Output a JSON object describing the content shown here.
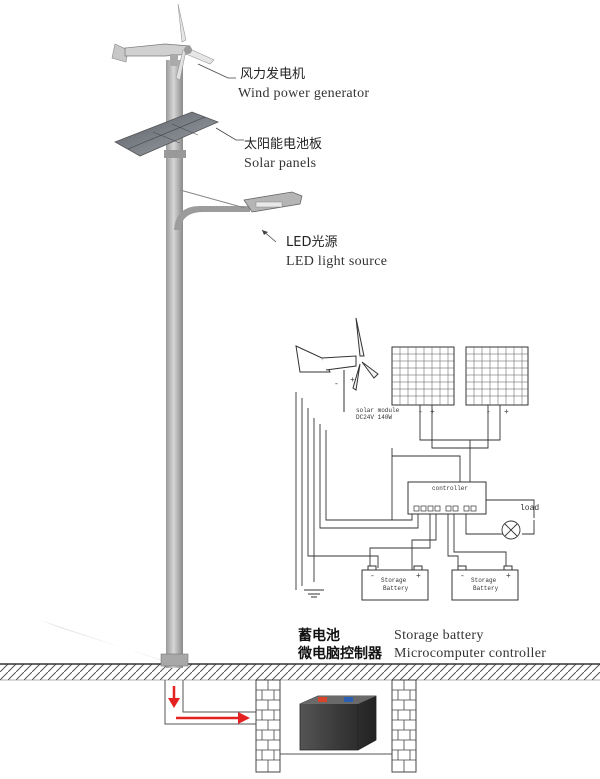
{
  "labels": {
    "wind_cn": "风力发电机",
    "wind_en": "Wind power generator",
    "solar_cn": "太阳能电池板",
    "solar_en": "Solar panels",
    "led_cn": "LED光源",
    "led_en": "LED light source",
    "battery_cn": "蓄电池",
    "battery_en": "Storage battery",
    "controller_cn": "微电脑控制器",
    "controller_en": "Microcomputer controller"
  },
  "schematic": {
    "solar_module_line1": "solar module",
    "solar_module_line2": "DC24V 140W",
    "controller": "controller",
    "load": "load",
    "storage_battery": "Storage",
    "battery_word": "Battery",
    "minus": "-",
    "plus": "+"
  },
  "colors": {
    "pole": "#b8b8b8",
    "pole_dark": "#8c8c8c",
    "arrow": "#e52222",
    "brick": "#444444",
    "battery_body": "#3a3a3a",
    "terminal_red": "#d9442b",
    "terminal_blue": "#2a5fb3"
  }
}
